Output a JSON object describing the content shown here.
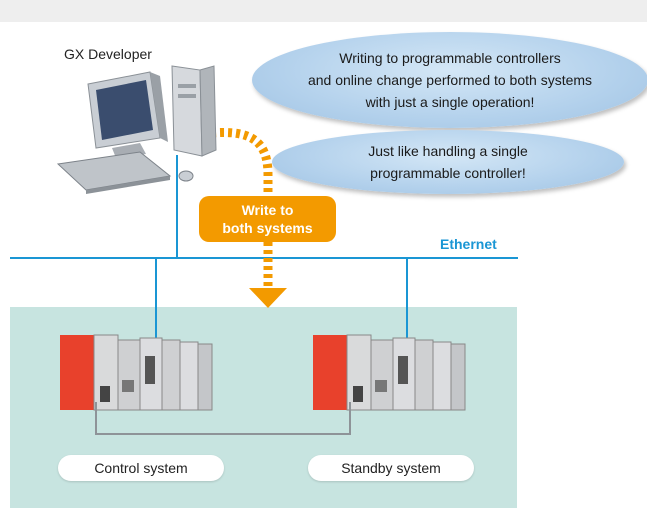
{
  "pc_label": "GX Developer",
  "bubble_top": [
    "Writing to programmable controllers",
    "and online change performed to both systems",
    "with just a single operation!"
  ],
  "bubble_bottom": [
    "Just like handling a single",
    "programmable controller!"
  ],
  "write_box": [
    "Write to",
    "both systems"
  ],
  "network_label": "Ethernet",
  "control_label": "Control system",
  "standby_label": "Standby system",
  "colors": {
    "ethernet": "#1a96d4",
    "arrow": "#f39a00",
    "system_area": "#c7e4e0",
    "bubble": "#b3d1ec"
  }
}
